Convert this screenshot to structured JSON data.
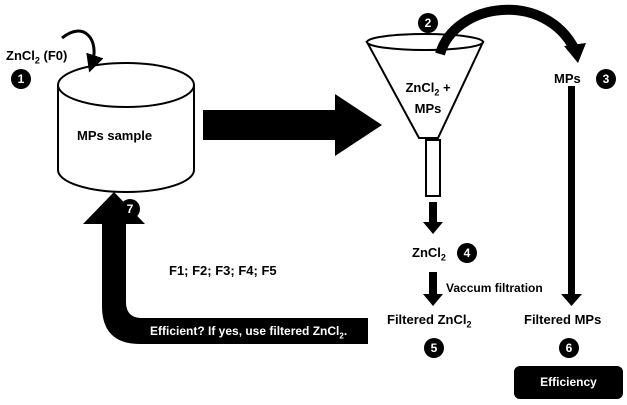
{
  "labels": {
    "zncl2_f0_pre": "ZnCl",
    "zncl2_f0_sub": "2",
    "zncl2_f0_post": " (F0)",
    "mps_sample": "MPs sample",
    "funnel_zncl2_pre": "ZnCl",
    "funnel_zncl2_sub": "2",
    "funnel_zncl2_post": " +",
    "funnel_mps": "MPs",
    "mps": "MPs",
    "zncl2_pre": "ZnCl",
    "zncl2_sub": "2",
    "vaccum_filtration": "Vaccum filtration",
    "filtered_zncl2_pre": "Filtered ZnCl",
    "filtered_zncl2_sub": "2",
    "filtered_mps": "Filtered MPs",
    "fractions": "F1; F2; F3; F4; F5",
    "arrow_text_pre": "Efficient? If yes, use filtered ZnCl",
    "arrow_text_sub": "2",
    "arrow_text_post": ".",
    "efficiency": "Efficiency"
  },
  "steps": {
    "s1": "1",
    "s2": "2",
    "s3": "3",
    "s4": "4",
    "s5": "5",
    "s6": "6",
    "s7": "7"
  }
}
